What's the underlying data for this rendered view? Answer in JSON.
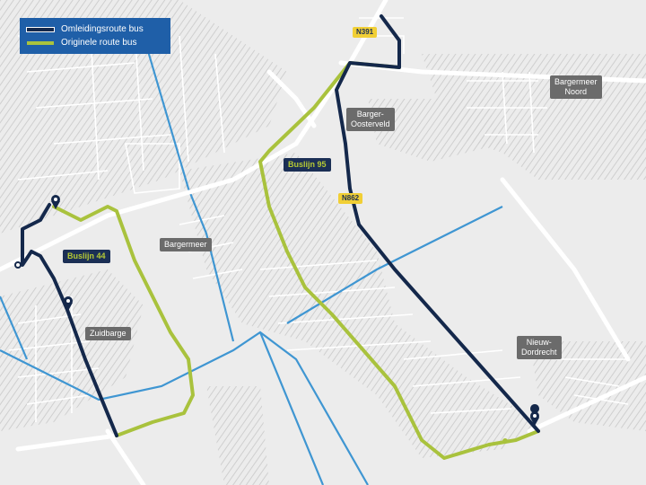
{
  "legend": {
    "detour_label": "Omleidingsroute bus",
    "original_label": "Originele route bus",
    "detour_color": "#14284b",
    "original_color": "#a9c23d"
  },
  "places": {
    "barger_oosterveld": "Barger-\nOosterveld",
    "bargermeer_noord": "Bargermeer\nNoord",
    "bargermeer": "Bargermeer",
    "zuidbarge": "Zuidbarge",
    "nieuw_dordrecht": "Nieuw-\nDordrecht"
  },
  "bus_lines": {
    "line_95": "Buslijn 95",
    "line_44": "Buslijn 44"
  },
  "roads": {
    "n391": "N391",
    "n862": "N862"
  },
  "colors": {
    "background": "#ececec",
    "road": "#ffffff",
    "water": "#3f96d2",
    "label_bg": "#6b6b6b",
    "road_tag_bg": "#f1cf35",
    "legend_bg": "#1f5fa8"
  },
  "icons": {
    "stop_marker": "map-pin-icon"
  }
}
